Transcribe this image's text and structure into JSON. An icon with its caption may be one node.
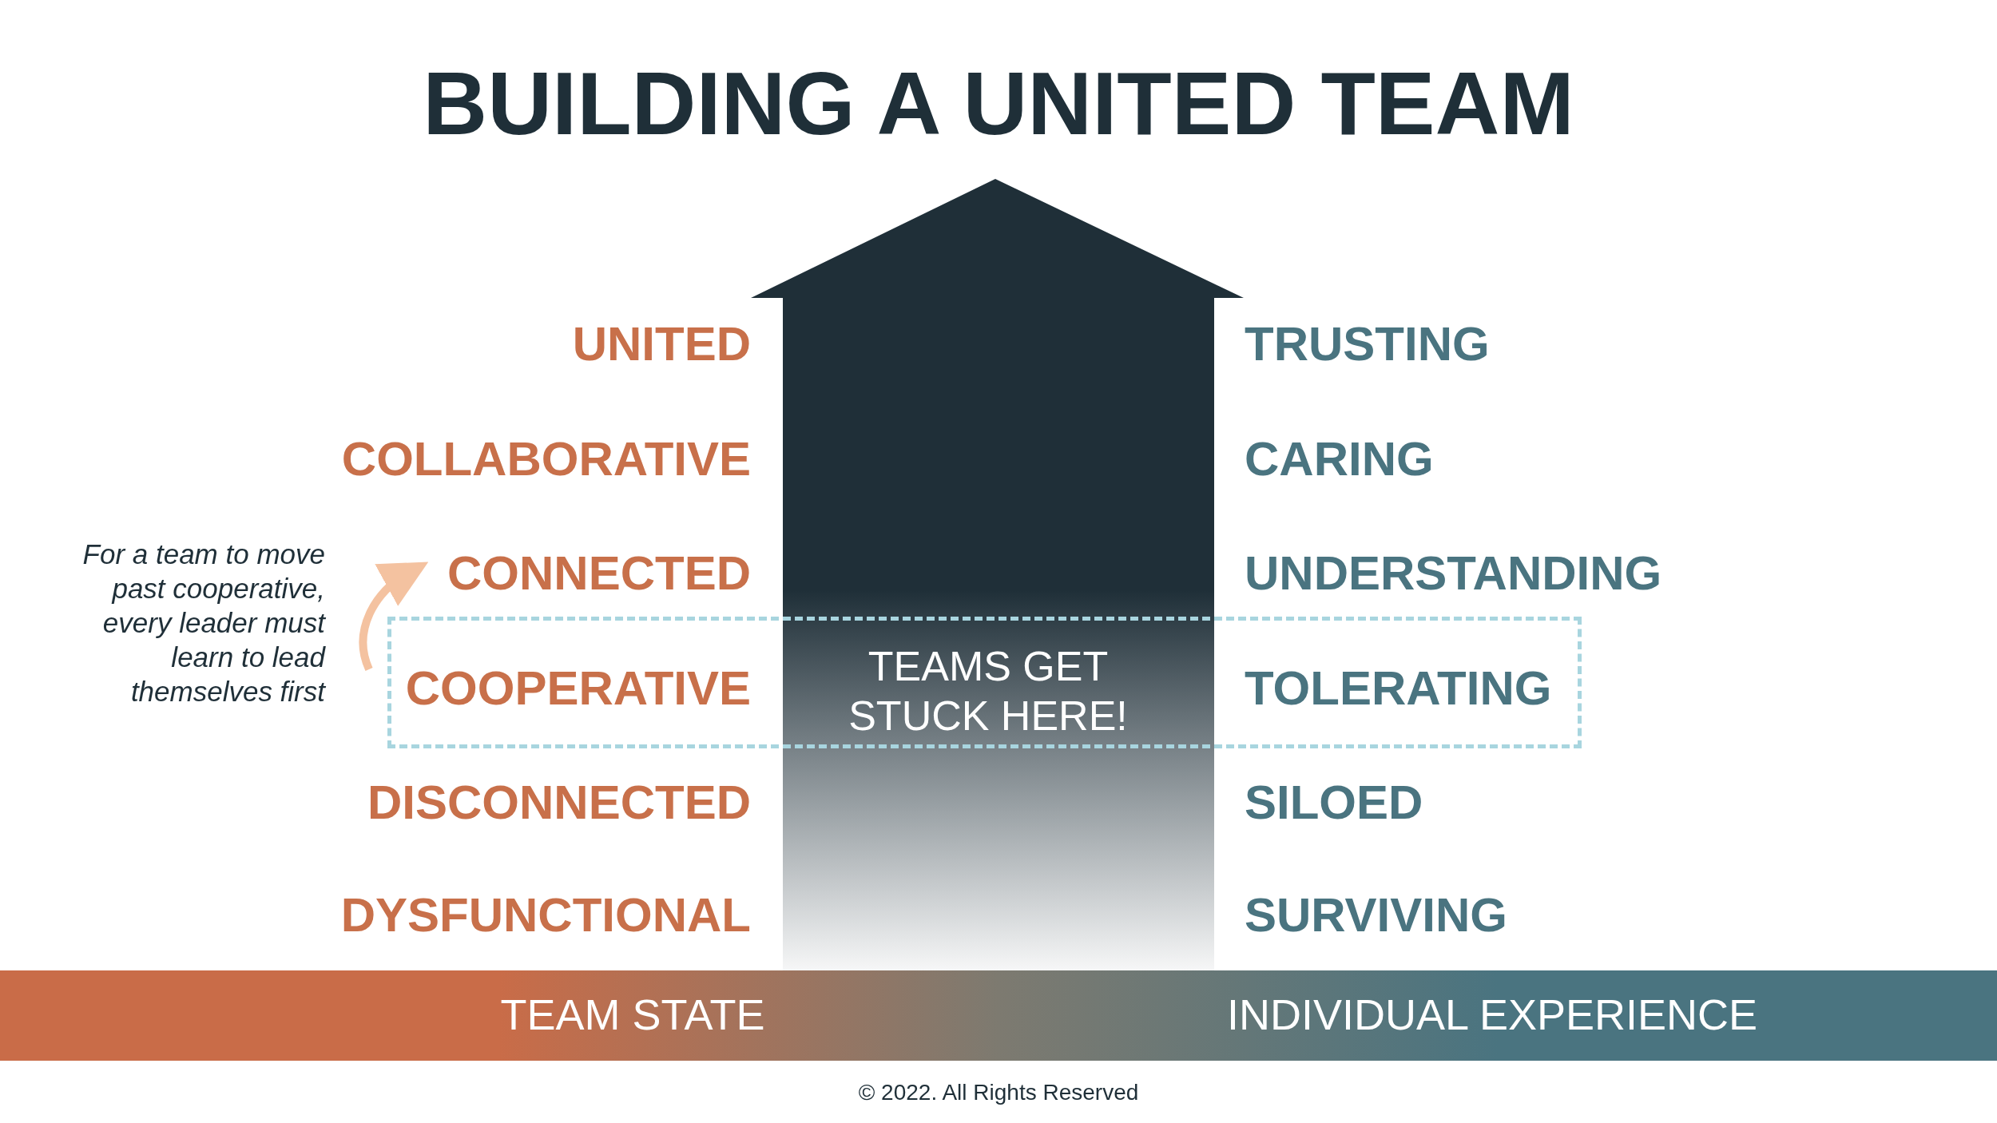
{
  "diagram": {
    "title": "BUILDING A UNITED TEAM",
    "nodes": [
      {
        "text": [
          "TEAMS GET STUCK HERE!"
        ]
      },
      {
        "text": [
          "TEAM STATE",
          "INDIVIDUAL EXPERIENCE"
        ]
      }
    ],
    "edges": [],
    "labels": [
      "UNITED",
      "TRUSTING",
      "COLLABORATIVE",
      "CARING",
      "CONNECTED",
      "UNDERSTANDING",
      "COOPERATIVE",
      "TOLERATING",
      "DISCONNECTED",
      "SILOED",
      "DYSFUNCTIONAL",
      "SURVIVING",
      "For a team to move past cooperative, every leader must learn to lead themselves first",
      "© 2022. All Rights Reserved"
    ]
  }
}
